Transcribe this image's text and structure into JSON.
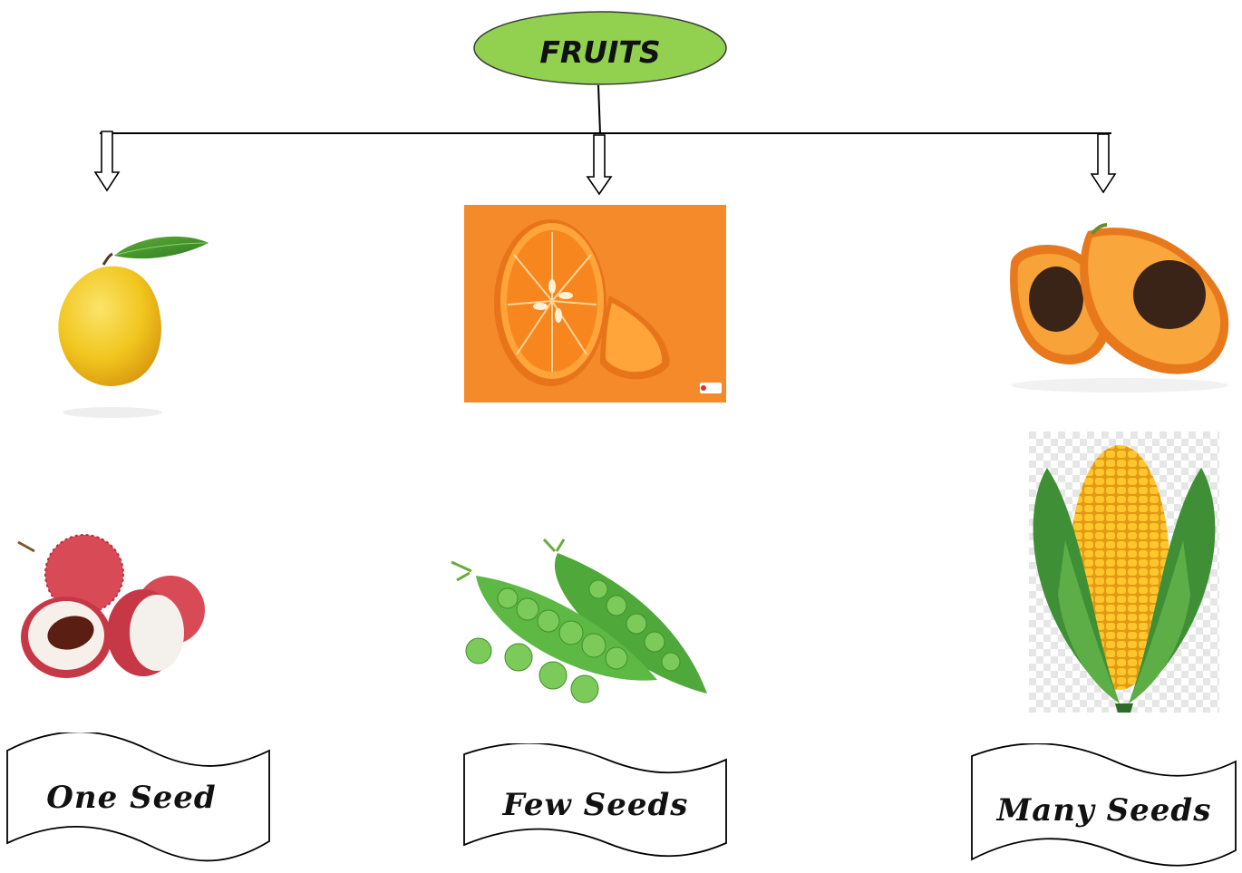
{
  "root": {
    "label": "FRUITS",
    "fill": "#92D050"
  },
  "categories": [
    {
      "label": "One Seed",
      "fruits": [
        "mango",
        "lychee"
      ]
    },
    {
      "label": "Few Seeds",
      "fruits": [
        "orange",
        "pea-pod"
      ]
    },
    {
      "label": "Many Seeds",
      "fruits": [
        "papaya",
        "corn"
      ]
    }
  ],
  "colors": {
    "orange_background": "#F58A2A",
    "line": "#000000"
  }
}
